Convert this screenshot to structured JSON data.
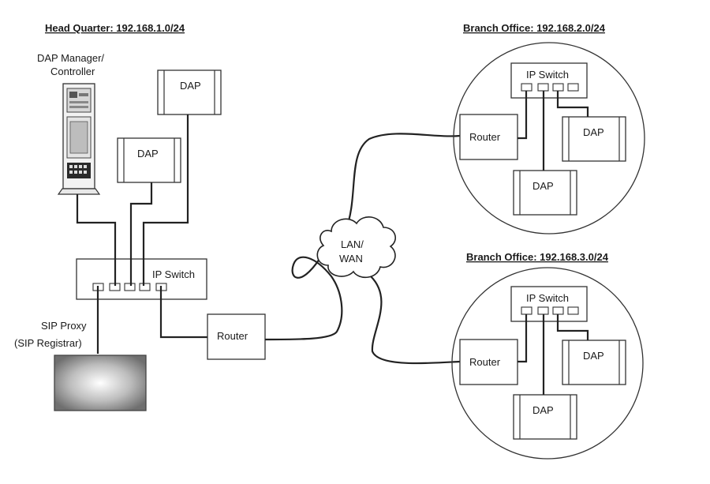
{
  "headquarter": {
    "title": "Head Quarter:  192.168.1.0/24",
    "manager_label_1": "DAP Manager/",
    "manager_label_2": "Controller",
    "dap_top": "DAP",
    "dap_mid": "DAP",
    "switch_label": "IP Switch",
    "router_label": "Router",
    "sip_label_1": "SIP Proxy",
    "sip_label_2": "(SIP Registrar)"
  },
  "cloud": {
    "label_1": "LAN/",
    "label_2": "WAN"
  },
  "branch1": {
    "title": "Branch Office: 192.168.2.0/24",
    "switch_label": "IP Switch",
    "router_label": "Router",
    "dap_right": "DAP",
    "dap_bottom": "DAP"
  },
  "branch2": {
    "title": "Branch Office: 192.168.3.0/24",
    "switch_label": "IP Switch",
    "router_label": "Router",
    "dap_right": "DAP",
    "dap_bottom": "DAP"
  }
}
